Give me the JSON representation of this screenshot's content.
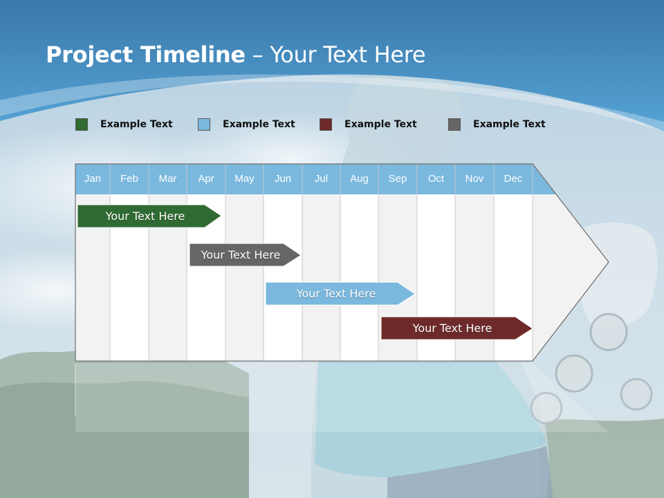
{
  "slide": {
    "title_bold": "Project Timeline",
    "title_rest": " – Your Text Here"
  },
  "legend": [
    {
      "label": "Example Text",
      "color": "#2f6b32"
    },
    {
      "label": "Example Text",
      "color": "#7ab8de"
    },
    {
      "label": "Example Text",
      "color": "#6e2a2a"
    },
    {
      "label": "Example Text",
      "color": "#666666"
    }
  ],
  "months": [
    "Jan",
    "Feb",
    "Mar",
    "Apr",
    "May",
    "Jun",
    "Jul",
    "Aug",
    "Sep",
    "Oct",
    "Nov",
    "Dec"
  ],
  "tasks": [
    {
      "label": "Your  Text Here",
      "color": "#2f6b32",
      "start": "Jan",
      "end": "Apr"
    },
    {
      "label": "Your  Text Here",
      "color": "#666666",
      "start": "Apr",
      "end": "Jun"
    },
    {
      "label": "Your  Text Here",
      "color": "#7ab8de",
      "start": "Jun",
      "end": "Sep"
    },
    {
      "label": "Your  Text Here",
      "color": "#6e2a2a",
      "start": "Sep",
      "end": "Dec"
    }
  ],
  "colors": {
    "header_blue": "#7ab8de",
    "sky_top": "#3f7fb3",
    "sky_band": "#56a4d6"
  }
}
